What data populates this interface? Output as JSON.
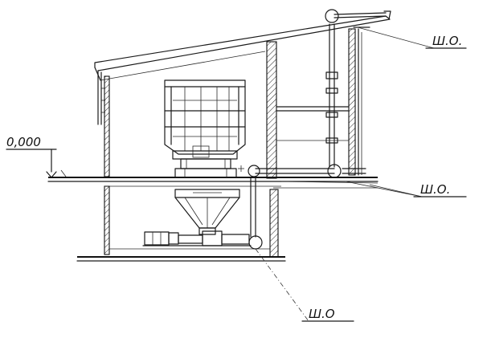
{
  "elevation_label": "0,000",
  "callouts": {
    "top_right": "Ш.О.",
    "middle_right": "Ш.О.",
    "bottom": "Ш.О"
  }
}
